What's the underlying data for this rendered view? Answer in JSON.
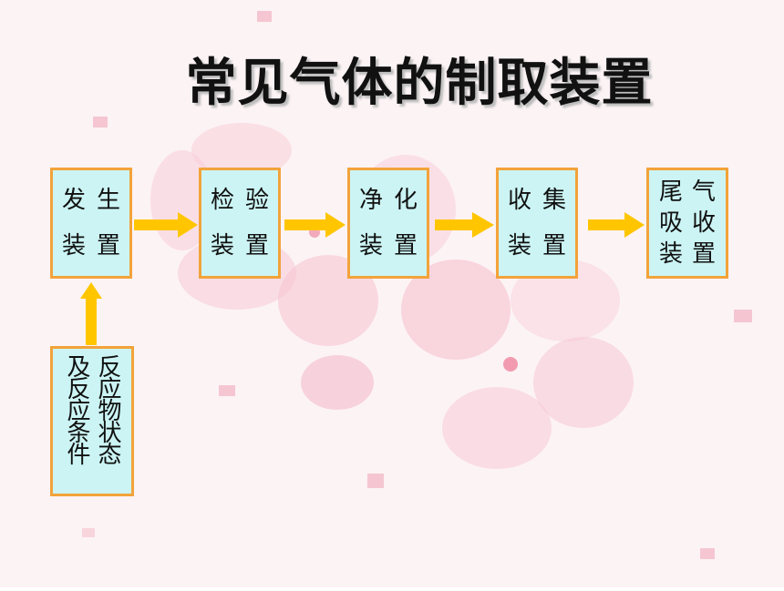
{
  "title": "常见气体的制取装置",
  "boxes": [
    {
      "lines": [
        "发生",
        "装置"
      ]
    },
    {
      "lines": [
        "检验",
        "装置"
      ]
    },
    {
      "lines": [
        "净化",
        "装置"
      ]
    },
    {
      "lines": [
        "收集",
        "装置"
      ]
    },
    {
      "lines": [
        "尾气",
        "吸收",
        "装置"
      ]
    }
  ],
  "input_box": {
    "columns": [
      "反应物状态",
      "及反应条件"
    ]
  },
  "colors": {
    "box_fill": "#ccf4f4",
    "box_border": "#f2a33a",
    "arrow": "#ffc600",
    "background": "#fcf3f5"
  }
}
